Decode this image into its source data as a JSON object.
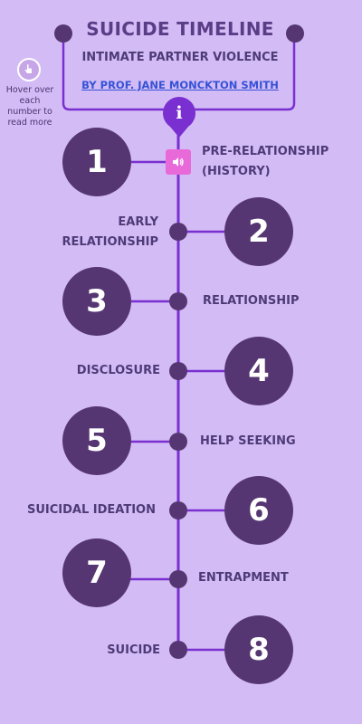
{
  "header": {
    "title": "SUICIDE TIMELINE",
    "subtitle": "INTIMATE PARTNER VIOLENCE",
    "author_link": "BY PROF. JANE MONCKTON SMITH "
  },
  "hint": {
    "icon": "pointer-hand-icon",
    "text": "Hover over each number to read more"
  },
  "info_button": {
    "icon": "info-icon",
    "glyph": "i"
  },
  "audio_button": {
    "icon": "speaker-icon",
    "color": "#e86ad8"
  },
  "colors": {
    "background": "#d3bcf6",
    "timeline": "#7a2fd0",
    "node": "#563672",
    "text": "#4f3a78",
    "link": "#3552d6"
  },
  "stages": [
    {
      "number": "1",
      "label_line1": "PRE-RELATIONSHIP",
      "label_line2": "(HISTORY)"
    },
    {
      "number": "2",
      "label_line1": "EARLY",
      "label_line2": "RELATIONSHIP"
    },
    {
      "number": "3",
      "label_line1": "RELATIONSHIP"
    },
    {
      "number": "4",
      "label_line1": "DISCLOSURE"
    },
    {
      "number": "5",
      "label_line1": "HELP SEEKING"
    },
    {
      "number": "6",
      "label_line1": "SUICIDAL IDEATION"
    },
    {
      "number": "7",
      "label_line1": "ENTRAPMENT"
    },
    {
      "number": "8",
      "label_line1": "SUICIDE"
    }
  ]
}
